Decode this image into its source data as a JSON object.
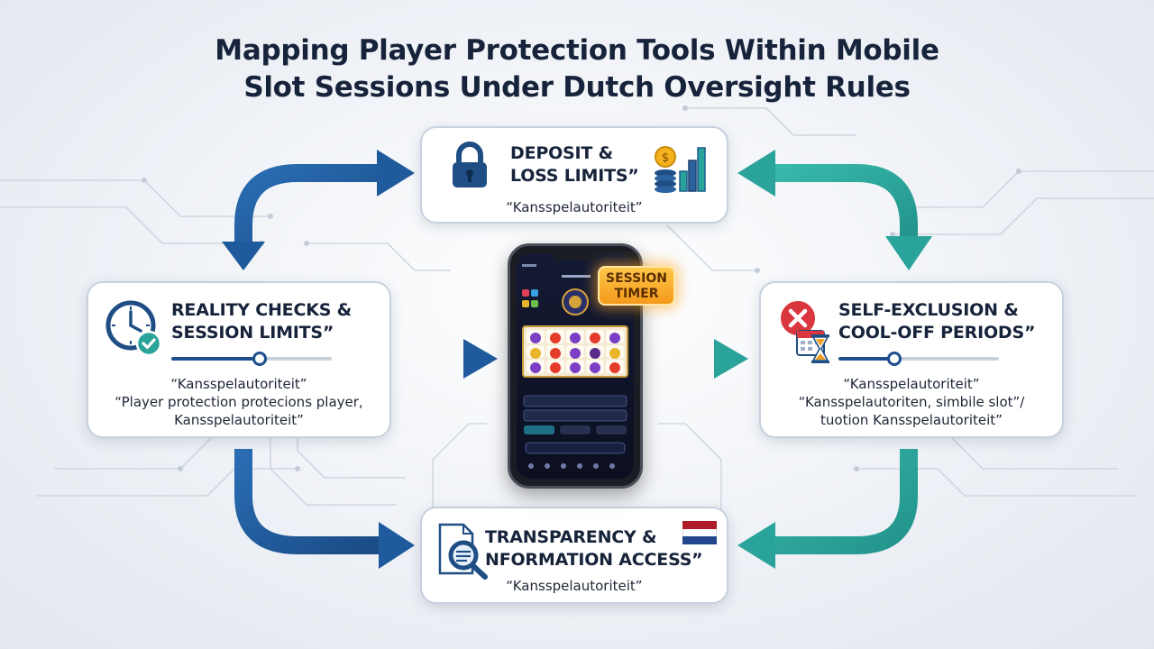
{
  "title": {
    "line1": "Mapping Player Protection Tools Within Mobile",
    "line2": "Slot Sessions Under Dutch Oversight Rules"
  },
  "cards": {
    "deposit": {
      "heading_line1": "DEPOSIT &",
      "heading_line2": "LOSS LIMITS”",
      "sub_line1": "“Kansspelautoriteit”"
    },
    "reality": {
      "heading_line1": "REALITY CHECKS &",
      "heading_line2": "SESSION LIMITS”",
      "sub_line1": "“Kansspelautoriteit”",
      "sub_line2": "“Player protection protecions player,",
      "sub_line3": "Kansspelautoriteit”"
    },
    "exclusion": {
      "heading_line1": "SELF-EXCLUSION &",
      "heading_line2": "COOL-OFF PERIODS”",
      "sub_line1": "“Kansspelautoriteit”",
      "sub_line2": "“Kansspelautoriten, simbile slot”/",
      "sub_line3": "tuotion Kansspelautoriteit”"
    },
    "transparency": {
      "heading_line1": "TRANSPARENCY &",
      "heading_line2": "NFORMATION ACCESS”",
      "sub_line1": "“Kansspelautoriteit”"
    }
  },
  "phone": {
    "session_timer_line1": "SESSION",
    "session_timer_line2": "TIMER"
  },
  "icons": {
    "deposit": [
      "lock-icon",
      "coin-stack-icon",
      "bar-chart-icon"
    ],
    "reality": [
      "clock-icon",
      "check-badge-icon"
    ],
    "exclusion": [
      "x-circle-icon",
      "calendar-icon",
      "hourglass-icon"
    ],
    "transparency": [
      "document-search-icon",
      "netherlands-flag-icon"
    ]
  },
  "colors": {
    "arrow_blue": "#1f5b9c",
    "arrow_teal": "#2aa39a",
    "title": "#16233a",
    "timer_orange": "#f5a623",
    "flag_red": "#ae1c28",
    "flag_white": "#ffffff",
    "flag_blue": "#21468b"
  },
  "sliders": {
    "reality_level": 0.55,
    "exclusion_level": 0.35
  }
}
